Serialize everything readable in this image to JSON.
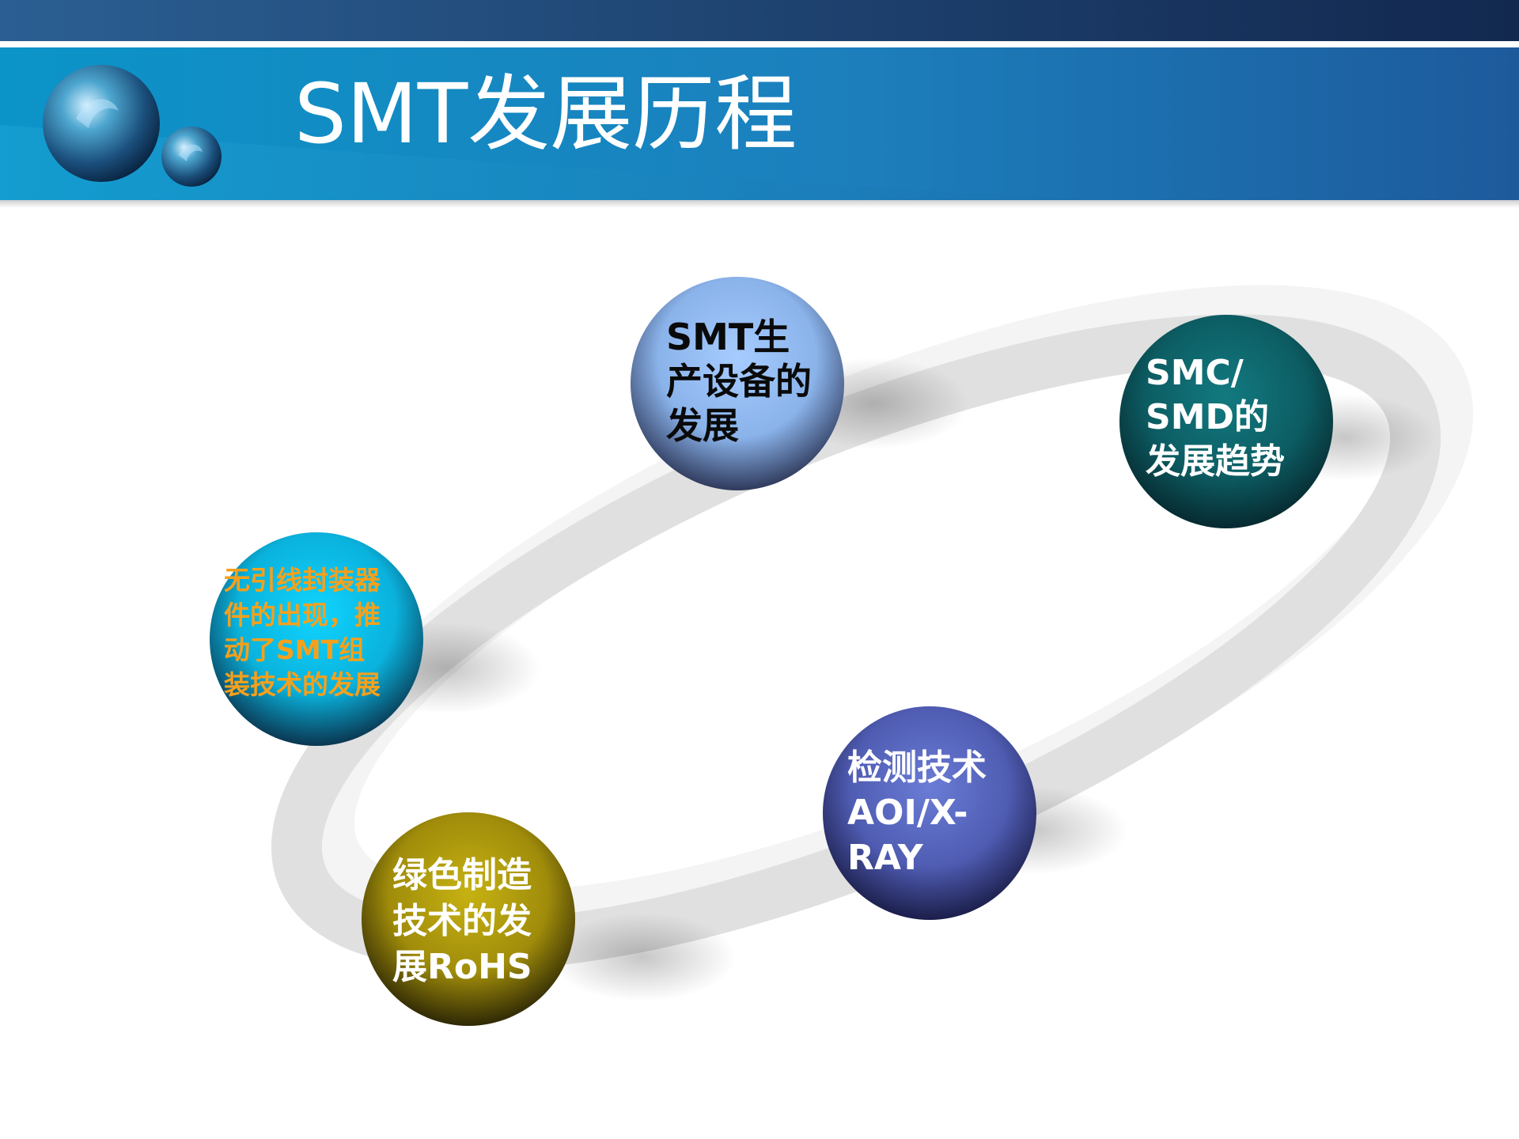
{
  "slide": {
    "title": "SMT发展历程"
  },
  "colors": {
    "header_band_top": "#15335f",
    "header_band_main": "#1e78b4",
    "ring": "#e0e0e0",
    "node_equipment": "#8fb7ee",
    "node_smd": "#0c5d63",
    "node_leadless": "#0ab8e0",
    "node_inspection": "#4f5fb6",
    "node_green": "#a8960c",
    "leadless_text": "#f5a01c"
  },
  "nodes": {
    "equipment": {
      "lines": [
        "SMT生",
        "产设备的",
        "发展"
      ]
    },
    "smd": {
      "lines": [
        "SMC/",
        "SMD的",
        "发展趋势"
      ]
    },
    "leadless": {
      "lines": [
        "无引线封装器",
        "件的出现，推",
        "动了SMT组",
        "装技术的发展"
      ]
    },
    "inspection": {
      "lines": [
        "检测技术",
        "AOI/X-",
        "RAY"
      ]
    },
    "green": {
      "lines": [
        "绿色制造",
        "技术的发",
        "展RoHS"
      ]
    }
  }
}
